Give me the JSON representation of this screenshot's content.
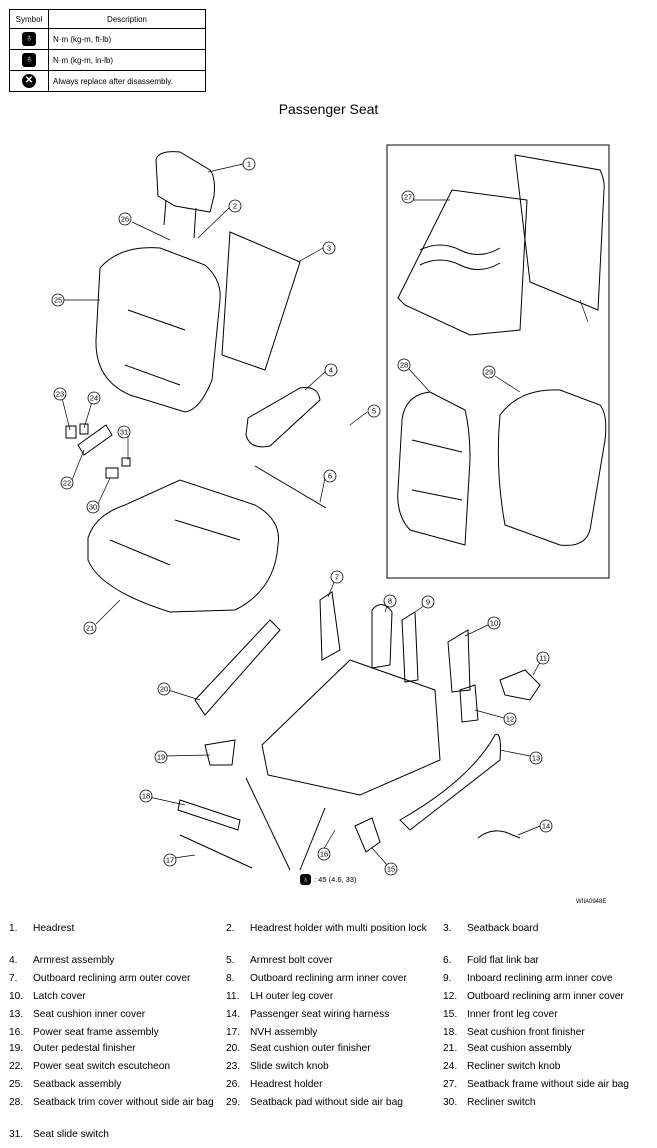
{
  "legend": {
    "header_symbol": "Symbol",
    "header_description": "Description",
    "rows": [
      {
        "icon": "torque-wrench-icon",
        "description": "N·m (kg-m, ft-lb)"
      },
      {
        "icon": "torque-wrench-small-icon",
        "description": "N·m (kg-m, in-lb)"
      },
      {
        "icon": "replace-x-icon",
        "description": "Always replace after disassembly."
      }
    ]
  },
  "title": "Passenger Seat",
  "figure_id": "WIIA0948E",
  "torque_note": ": 45 (4.6, 33)",
  "callouts": [
    "1",
    "2",
    "3",
    "4",
    "5",
    "6",
    "7",
    "8",
    "9",
    "10",
    "11",
    "12",
    "13",
    "14",
    "15",
    "16",
    "17",
    "18",
    "19",
    "20",
    "21",
    "22",
    "23",
    "24",
    "25",
    "26",
    "27",
    "28",
    "29",
    "30",
    "31"
  ],
  "parts": [
    {
      "num": "1.",
      "name": "Headrest"
    },
    {
      "num": "2.",
      "name": "Headrest holder with multi position lock"
    },
    {
      "num": "3.",
      "name": "Seatback board"
    },
    {
      "num": "4.",
      "name": "Armrest assembly"
    },
    {
      "num": "5.",
      "name": "Armrest bolt cover"
    },
    {
      "num": "6.",
      "name": "Fold flat link bar"
    },
    {
      "num": "7.",
      "name": "Outboard reclining arm outer cover"
    },
    {
      "num": "8.",
      "name": "Outboard reclining arm inner cover"
    },
    {
      "num": "9.",
      "name": "Inboard reclining arm inner cove"
    },
    {
      "num": "10.",
      "name": "Latch cover"
    },
    {
      "num": "11.",
      "name": "LH outer leg cover"
    },
    {
      "num": "12.",
      "name": "Outboard reclining arm inner cover"
    },
    {
      "num": "13.",
      "name": "Seat cushion inner cover"
    },
    {
      "num": "14.",
      "name": "Passenger seat wiring harness"
    },
    {
      "num": "15.",
      "name": "Inner front leg cover"
    },
    {
      "num": "16.",
      "name": "Power seat frame assembly"
    },
    {
      "num": "17.",
      "name": "NVH assembly"
    },
    {
      "num": "18.",
      "name": "Seat cushion front finisher"
    },
    {
      "num": "19.",
      "name": "Outer pedestal finisher"
    },
    {
      "num": "20.",
      "name": "Seat cushion outer finisher"
    },
    {
      "num": "21.",
      "name": "Seat cushion assembly"
    },
    {
      "num": "22.",
      "name": "Power seat switch escutcheon"
    },
    {
      "num": "23.",
      "name": "Slide switch knob"
    },
    {
      "num": "24.",
      "name": "Recliner switch knob"
    },
    {
      "num": "25.",
      "name": "Seatback assembly"
    },
    {
      "num": "26.",
      "name": "Headrest holder"
    },
    {
      "num": "27.",
      "name": "Seatback frame without side air bag"
    },
    {
      "num": "28.",
      "name": "Seatback trim cover without side air bag"
    },
    {
      "num": "29.",
      "name": "Seatback pad without side air bag"
    },
    {
      "num": "30.",
      "name": "Recliner switch"
    },
    {
      "num": "31.",
      "name": "Seat slide switch"
    }
  ]
}
